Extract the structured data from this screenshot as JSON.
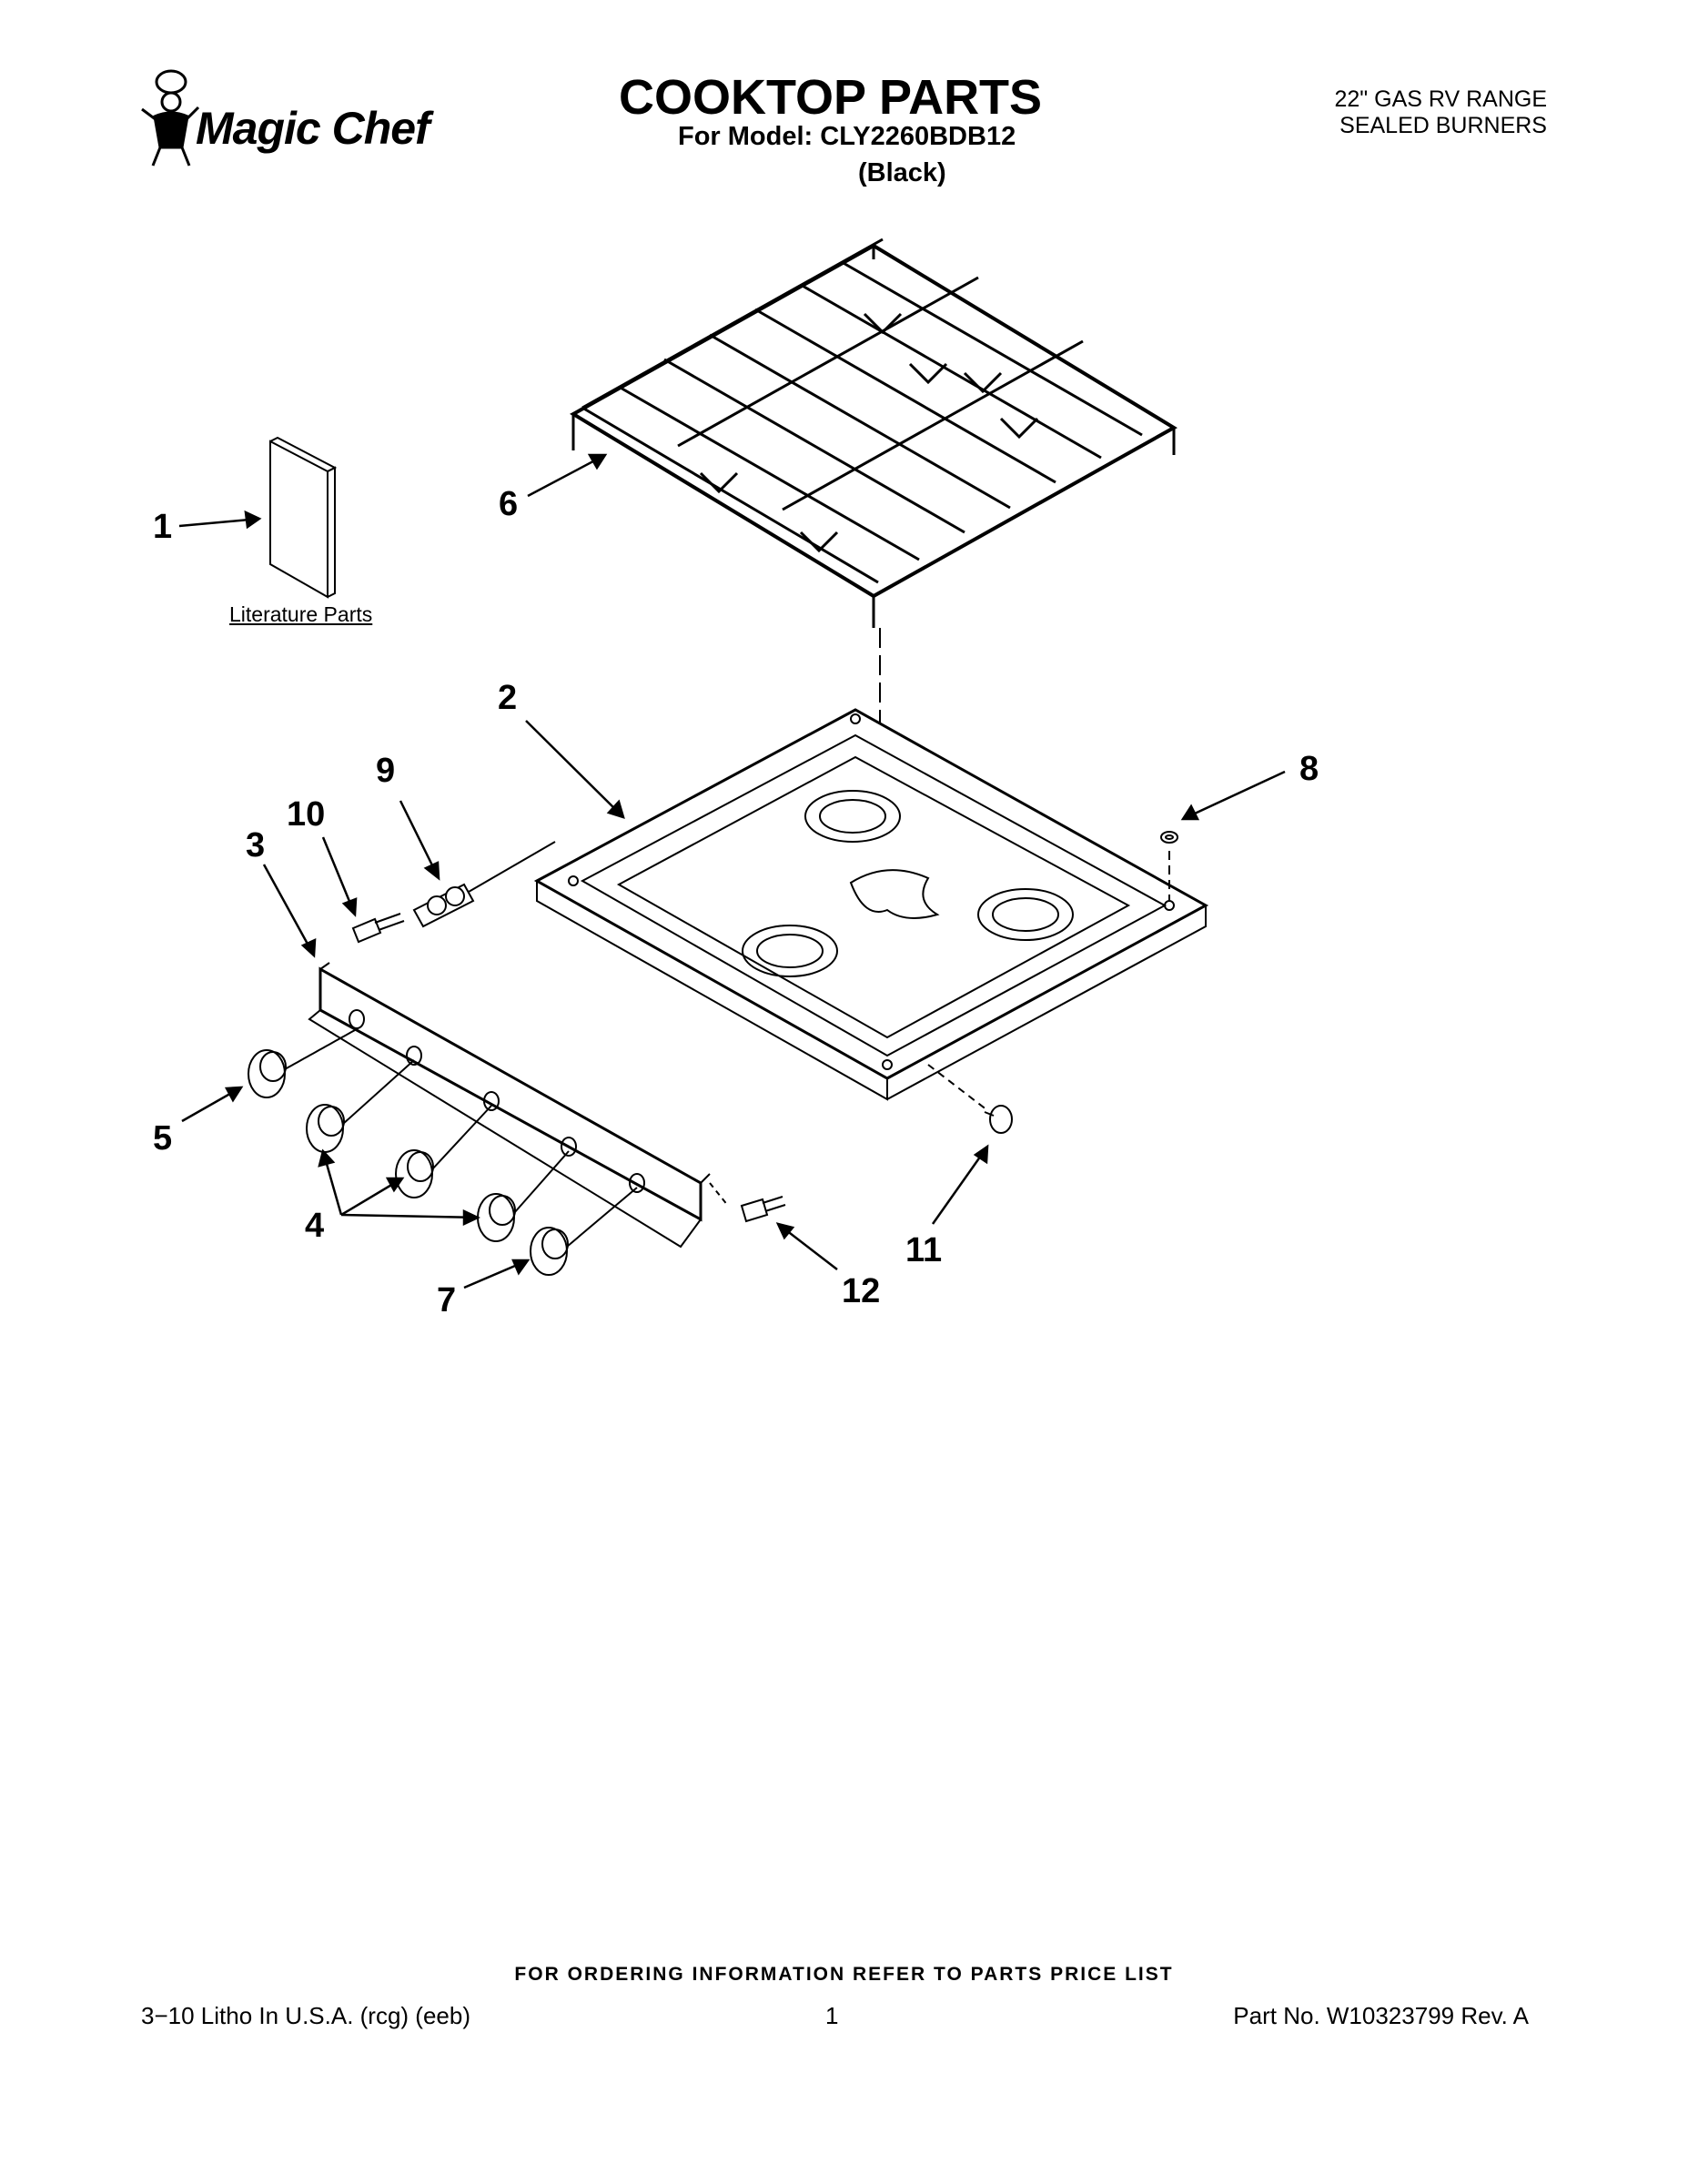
{
  "header": {
    "brand": "Magic Chef",
    "title": "COOKTOP PARTS",
    "model_line": "For Model: CLY2260BDB12",
    "color_line": "(Black)",
    "product_line1": "22\" GAS RV RANGE",
    "product_line2": "SEALED BURNERS"
  },
  "diagram": {
    "literature_label": "Literature Parts",
    "callouts": [
      "1",
      "2",
      "3",
      "4",
      "5",
      "6",
      "7",
      "8",
      "9",
      "10",
      "11",
      "12"
    ]
  },
  "footer": {
    "ordering_note": "FOR ORDERING INFORMATION REFER TO PARTS PRICE LIST",
    "litho": "3−10 Litho In U.S.A. (rcg) (eeb)",
    "page_number": "1",
    "part_number": "Part No. W10323799 Rev. A"
  }
}
